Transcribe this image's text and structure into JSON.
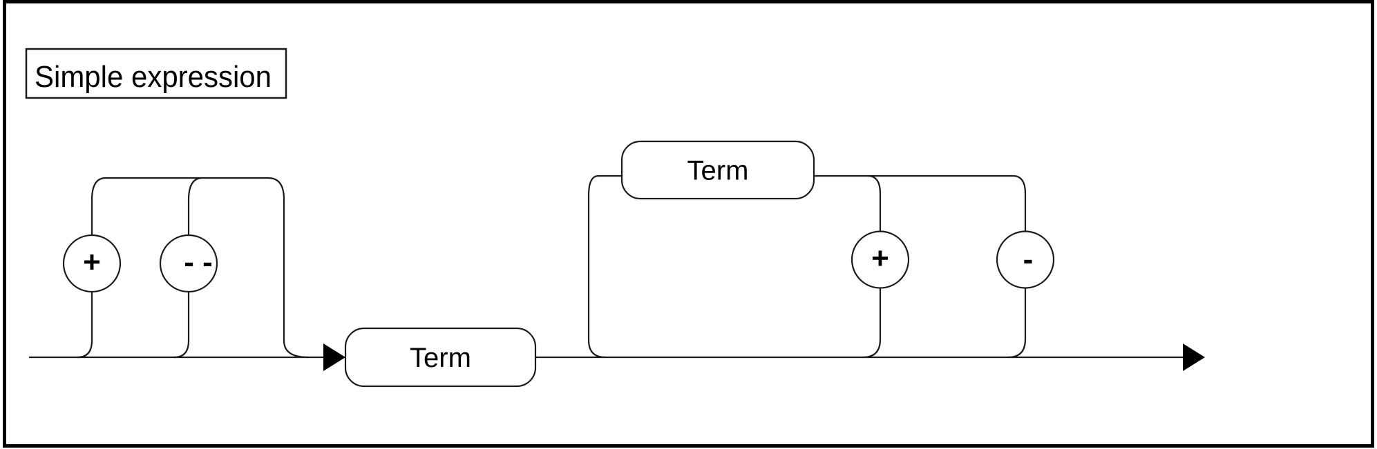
{
  "diagram": {
    "title": "Simple expression",
    "kind": "railroad-syntax-diagram",
    "prefix_options": [
      {
        "label": "+"
      },
      {
        "label": "- -"
      }
    ],
    "term_label": "Term",
    "loop": {
      "term_label": "Term",
      "operators": [
        {
          "label": "+"
        },
        {
          "label": "-"
        }
      ]
    }
  },
  "colors": {
    "background": "#ffffff",
    "line": "#1b1b1b",
    "frame": "#000000",
    "text": "#000000",
    "arrow_fill": "#000000",
    "node_fill": "#ffffff"
  }
}
